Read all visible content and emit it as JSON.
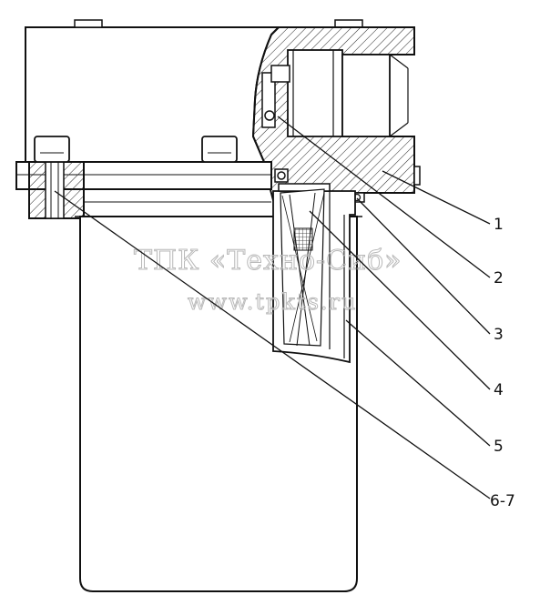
{
  "diagram": {
    "callouts": [
      "1",
      "2",
      "3",
      "4",
      "5",
      "6-7"
    ]
  },
  "watermark": {
    "line1": "ТПК «Техно-Сиб»",
    "line2": "www.tpkts.ru"
  }
}
